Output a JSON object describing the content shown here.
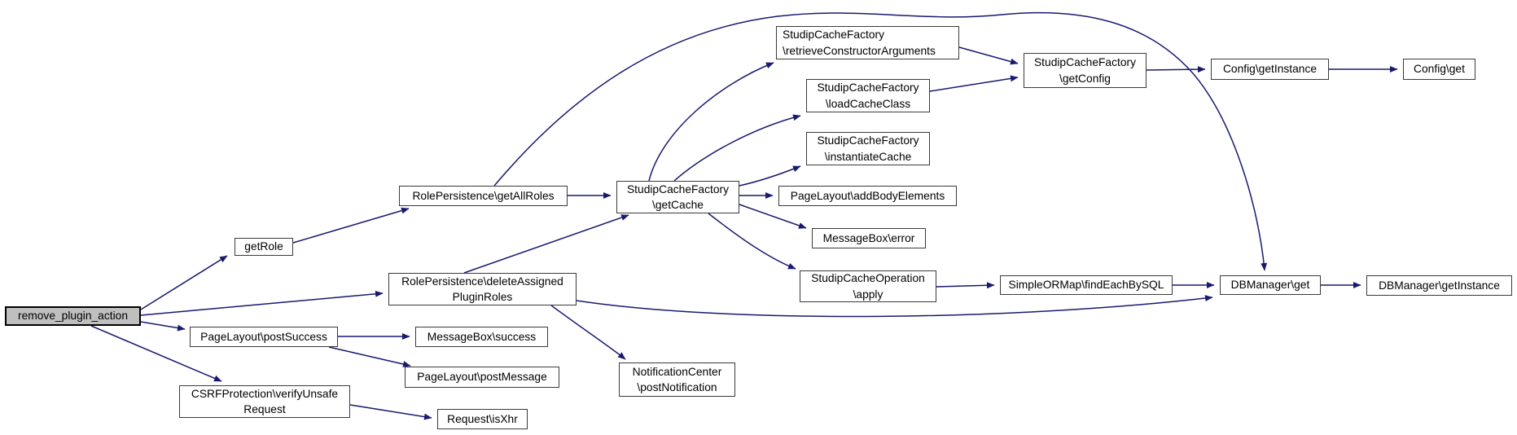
{
  "diagram": {
    "type": "doxygen-call-graph",
    "root_id": "remove_plugin_action",
    "colors": {
      "edge": "#191970",
      "node_border": "#3a3a3a",
      "node_fill": "#ffffff",
      "root_fill": "#bfbfbf",
      "root_border": "#000000",
      "background": "#ffffff"
    },
    "nodes": [
      {
        "id": "remove_plugin_action",
        "lines": [
          "remove_plugin_action"
        ],
        "root": true
      },
      {
        "id": "getRole",
        "lines": [
          "getRole"
        ]
      },
      {
        "id": "getAllRoles",
        "lines": [
          "RolePersistence\\getAllRoles"
        ]
      },
      {
        "id": "deleteAssignedPluginRoles",
        "lines": [
          "RolePersistence\\deleteAssigned",
          "PluginRoles"
        ]
      },
      {
        "id": "postSuccess",
        "lines": [
          "PageLayout\\postSuccess"
        ]
      },
      {
        "id": "verifyUnsafeRequest",
        "lines": [
          "CSRFProtection\\verifyUnsafe",
          "Request"
        ]
      },
      {
        "id": "messageBoxSuccess",
        "lines": [
          "MessageBox\\success"
        ]
      },
      {
        "id": "postMessage",
        "lines": [
          "PageLayout\\postMessage"
        ]
      },
      {
        "id": "isXhr",
        "lines": [
          "Request\\isXhr"
        ]
      },
      {
        "id": "postNotification",
        "lines": [
          "NotificationCenter",
          "\\postNotification"
        ]
      },
      {
        "id": "getCache",
        "lines": [
          "StudipCacheFactory",
          "\\getCache"
        ]
      },
      {
        "id": "retrieveConstructorArguments",
        "lines": [
          "StudipCacheFactory",
          "\\retrieveConstructorArguments"
        ]
      },
      {
        "id": "loadCacheClass",
        "lines": [
          "StudipCacheFactory",
          "\\loadCacheClass"
        ]
      },
      {
        "id": "instantiateCache",
        "lines": [
          "StudipCacheFactory",
          "\\instantiateCache"
        ]
      },
      {
        "id": "addBodyElements",
        "lines": [
          "PageLayout\\addBodyElements"
        ]
      },
      {
        "id": "messageBoxError",
        "lines": [
          "MessageBox\\error"
        ]
      },
      {
        "id": "apply",
        "lines": [
          "StudipCacheOperation",
          "\\apply"
        ]
      },
      {
        "id": "findEachBySQL",
        "lines": [
          "SimpleORMap\\findEachBySQL"
        ]
      },
      {
        "id": "getConfig",
        "lines": [
          "StudipCacheFactory",
          "\\getConfig"
        ]
      },
      {
        "id": "configGetInstance",
        "lines": [
          "Config\\getInstance"
        ]
      },
      {
        "id": "configGet",
        "lines": [
          "Config\\get"
        ]
      },
      {
        "id": "dbGet",
        "lines": [
          "DBManager\\get"
        ]
      },
      {
        "id": "dbGetInstance",
        "lines": [
          "DBManager\\getInstance"
        ]
      }
    ],
    "edges": [
      {
        "from": "remove_plugin_action",
        "to": "getRole"
      },
      {
        "from": "remove_plugin_action",
        "to": "deleteAssignedPluginRoles"
      },
      {
        "from": "remove_plugin_action",
        "to": "postSuccess"
      },
      {
        "from": "remove_plugin_action",
        "to": "verifyUnsafeRequest"
      },
      {
        "from": "getRole",
        "to": "getAllRoles"
      },
      {
        "from": "getAllRoles",
        "to": "getCache"
      },
      {
        "from": "getAllRoles",
        "to": "dbGet"
      },
      {
        "from": "deleteAssignedPluginRoles",
        "to": "getCache"
      },
      {
        "from": "deleteAssignedPluginRoles",
        "to": "postNotification"
      },
      {
        "from": "deleteAssignedPluginRoles",
        "to": "dbGet"
      },
      {
        "from": "postSuccess",
        "to": "messageBoxSuccess"
      },
      {
        "from": "postSuccess",
        "to": "postMessage"
      },
      {
        "from": "verifyUnsafeRequest",
        "to": "isXhr"
      },
      {
        "from": "getCache",
        "to": "retrieveConstructorArguments"
      },
      {
        "from": "getCache",
        "to": "loadCacheClass"
      },
      {
        "from": "getCache",
        "to": "instantiateCache"
      },
      {
        "from": "getCache",
        "to": "addBodyElements"
      },
      {
        "from": "getCache",
        "to": "messageBoxError"
      },
      {
        "from": "getCache",
        "to": "apply"
      },
      {
        "from": "retrieveConstructorArguments",
        "to": "getConfig"
      },
      {
        "from": "loadCacheClass",
        "to": "getConfig"
      },
      {
        "from": "getConfig",
        "to": "configGetInstance"
      },
      {
        "from": "configGetInstance",
        "to": "configGet"
      },
      {
        "from": "apply",
        "to": "findEachBySQL"
      },
      {
        "from": "findEachBySQL",
        "to": "dbGet"
      },
      {
        "from": "dbGet",
        "to": "dbGetInstance"
      }
    ]
  }
}
